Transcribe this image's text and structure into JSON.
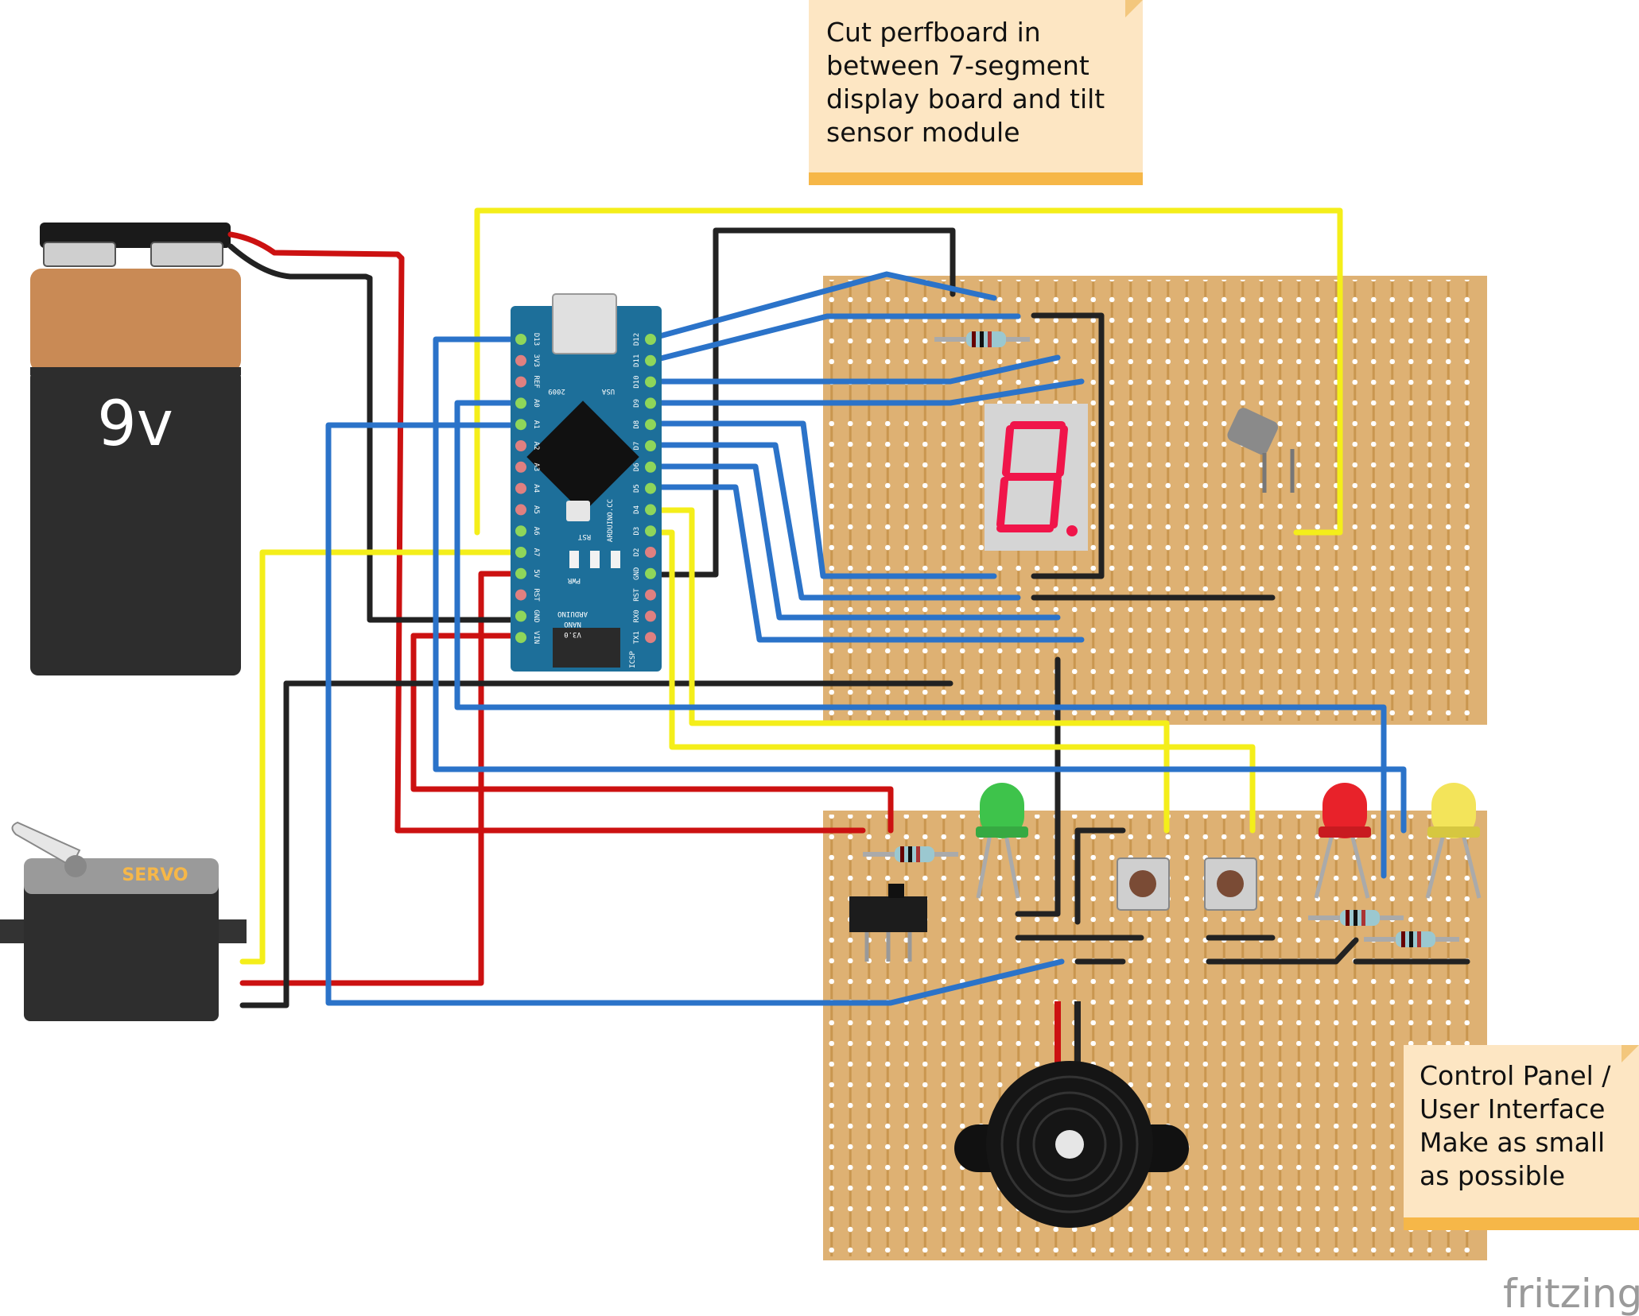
{
  "notes": [
    {
      "id": "top",
      "text": "Cut perfboard in\nbetween 7-segment\ndisplay board and tilt\nsensor module"
    },
    {
      "id": "bottom",
      "text": "Control Panel /\nUser Interface\nMake as small\nas possible"
    }
  ],
  "battery": {
    "label": "9v"
  },
  "servo": {
    "label": "SERVO"
  },
  "arduino": {
    "board_text": [
      "ARDUINO.CC",
      "ARDUINO",
      "NANO",
      "V3.0",
      "2009",
      "USA",
      "RST",
      "PWR",
      "ICSP"
    ],
    "left_pins": [
      "D13",
      "3V3",
      "REF",
      "A0",
      "A1",
      "A2",
      "A3",
      "A4",
      "A5",
      "A6",
      "A7",
      "5V",
      "RST",
      "GND",
      "VIN"
    ],
    "right_pins": [
      "D12",
      "D11",
      "D10",
      "D9",
      "D8",
      "D7",
      "D6",
      "D5",
      "D4",
      "D3",
      "D2",
      "GND",
      "RST",
      "RX0",
      "TX1"
    ]
  },
  "watermark": "fritzing",
  "colors": {
    "perfboard": "#deb173",
    "wire_blue": "#2b73c9",
    "wire_yellow": "#f4ee1a",
    "wire_red": "#cc1111",
    "wire_black": "#222222",
    "led_green": "#3ec34b",
    "led_red": "#e8222a",
    "led_yellow": "#f3e45a",
    "arduino": "#1d6f9a",
    "note": "#fde6c3",
    "note_bar": "#f6b748"
  },
  "icons": [
    "battery-9v",
    "servo-motor",
    "arduino-nano",
    "seven-segment-display",
    "tilt-sensor",
    "led",
    "resistor",
    "push-button",
    "slide-switch",
    "piezo-buzzer"
  ]
}
